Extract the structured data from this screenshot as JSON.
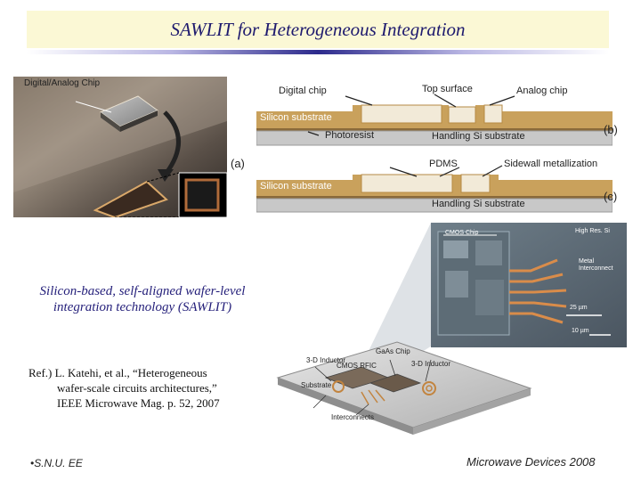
{
  "slide": {
    "title": "SAWLIT for Heterogeneous Integration",
    "description": "Silicon-based, self-aligned wafer-level integration technology (SAWLIT)",
    "reference_line1": "Ref.) L. Katehi, et al., “Heterogeneous",
    "reference_line2": "wafer-scale circuits architectures,”",
    "reference_line3": "IEEE Microwave Mag. p. 52, 2007",
    "footer_left": "•S.N.U. EE",
    "footer_right": "Microwave Devices 2008"
  },
  "photo_a": {
    "chip_label": "Digital/Analog Chip",
    "panel_label": "(a)"
  },
  "diagram_b": {
    "digital_chip": "Digital chip",
    "top_surface": "Top surface",
    "analog_chip": "Analog chip",
    "silicon_substrate": "Silicon substrate",
    "photoresist": "Photoresist",
    "handling_substrate": "Handling Si substrate",
    "panel_label": "(b)"
  },
  "diagram_c": {
    "pdms": "PDMS",
    "sidewall": "Sidewall metallization",
    "silicon_substrate": "Silicon substrate",
    "handling_substrate": "Handling Si substrate",
    "panel_label": "(c)"
  },
  "micrograph": {
    "cmos_chip": "CMOS Chip",
    "high_res_si": "High Res. Si",
    "metal_interconnect": "Metal Interconnect",
    "scale_25": "25 µm",
    "scale_10": "10 µm"
  },
  "wafer_3d": {
    "gaas_chip": "GaAs Chip",
    "inductor_left": "3-D Inductor",
    "cmos_rfic": "CMOS RFIC",
    "inductor_right": "3-D Inductor",
    "substrate": "Substrate",
    "interconnects": "Interconnects"
  },
  "colors": {
    "title_bg": "#fbf8d5",
    "title_text": "#1e1a6e",
    "silicon_layer": "#c9a15c",
    "handling_layer": "#c8c8c8",
    "chip_fill": "#f0dcc0"
  }
}
